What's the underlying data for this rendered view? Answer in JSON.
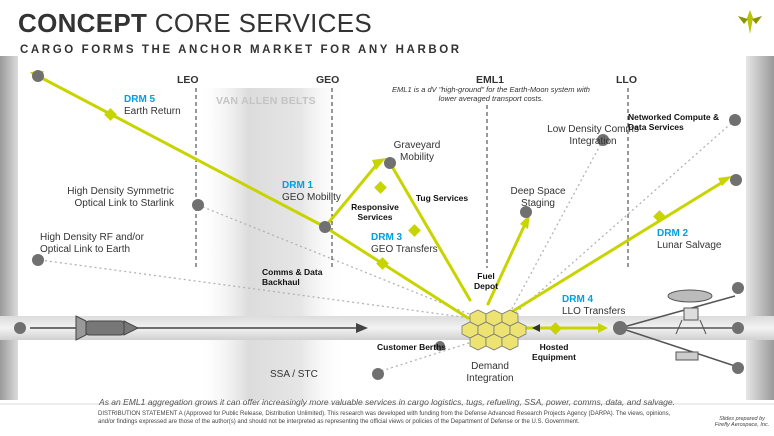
{
  "title": {
    "bold": "CONCEPT",
    "regular": "CORE SERVICES"
  },
  "subtitle": "CARGO FORMS THE ANCHOR MARKET FOR ANY HARBOR",
  "regions": {
    "leo": "LEO",
    "geo": "GEO",
    "eml1": "EML1",
    "llo": "LLO",
    "van_allen": "VAN ALLEN BELTS"
  },
  "eml1_note": "EML1 is a dV \"high-ground\" for the Earth-Moon system with lower averaged transport costs.",
  "drm": {
    "drm5": {
      "id": "DRM 5",
      "text": "Earth Return"
    },
    "drm1": {
      "id": "DRM 1",
      "text": "GEO Mobility"
    },
    "drm3": {
      "id": "DRM 3",
      "text": "GEO Transfers"
    },
    "drm2": {
      "id": "DRM 2",
      "text": "Lunar Salvage"
    },
    "drm4": {
      "id": "DRM 4",
      "text": "LLO Transfers"
    }
  },
  "labels": {
    "starlink": "High Density Symmetric Optical Link to Starlink",
    "rf": "High Density RF and/or Optical Link to Earth",
    "graveyard": "Graveyard Mobility",
    "staging": "Deep Space Staging",
    "comms_integration": "Low Density Comms Integration",
    "ssa": "SSA / STC",
    "demand": "Demand Integration"
  },
  "services": {
    "responsive": "Responsive Services",
    "tug": "Tug Services",
    "backhaul": "Comms & Data Backhaul",
    "fuel": "Fuel Depot",
    "berths": "Customer Berths",
    "hosted": "Hosted Equipment",
    "compute": "Networked Compute & Data Services"
  },
  "footer": {
    "summary": "As an EML1 aggregation grows it can offer increasingly more valuable services in cargo logistics, tugs, refueling, SSA, power, comms, data, and salvage.",
    "distribution": "DISTRIBUTION STATEMENT A (Approved for Public Release, Distribution Unlimited). This research was developed with funding from the Defense Advanced Research Projects Agency (DARPA). The views, opinions, and/or findings expressed are those of the author(s) and should not be interpreted as representing the official views or policies of the Department of Defense or the U.S. Government.",
    "credit": "Slides prepared by Firefly Aerospace, Inc."
  },
  "colors": {
    "accent": "#c8d400",
    "drm_blue": "#00a0df",
    "node_grey": "#707070",
    "text": "#333333"
  },
  "icons": [
    "firefly-logo-icon",
    "launch-vehicle-icon",
    "lunar-lander-icon"
  ]
}
